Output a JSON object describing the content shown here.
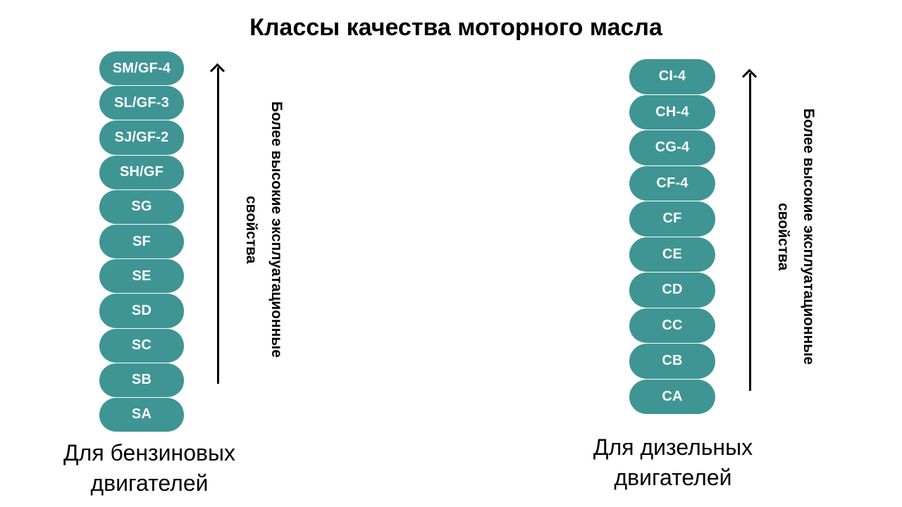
{
  "title": "Классы качества моторного масла",
  "petrol": {
    "classes": [
      "SM/GF-4",
      "SL/GF-3",
      "SJ/GF-2",
      "SH/GF",
      "SG",
      "SF",
      "SE",
      "SD",
      "SC",
      "SB",
      "SA"
    ],
    "arrow_label": "Более высокие эксплуатационные свойства",
    "caption": "Для бензиновых двигателей"
  },
  "diesel": {
    "classes": [
      "CI-4",
      "CH-4",
      "CG-4",
      "CF-4",
      "CF",
      "CE",
      "CD",
      "CC",
      "CB",
      "CA"
    ],
    "arrow_label": "Более высокие эксплуатационные свойства",
    "caption": "Для дизельных двигателей"
  },
  "colors": {
    "pill": "#3f9594",
    "pill_text": "#ffffff",
    "text": "#000000"
  }
}
